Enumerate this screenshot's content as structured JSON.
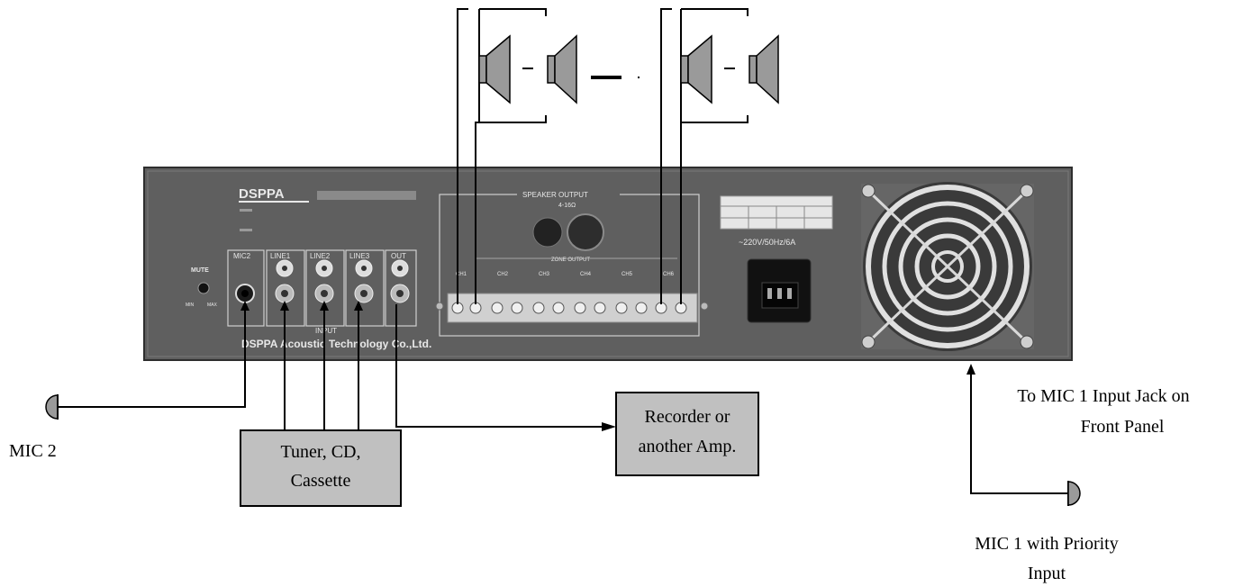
{
  "labels": {
    "mic2": "MIC 2",
    "tuner_line1": "Tuner, CD,",
    "tuner_line2": "Cassette",
    "recorder_line1": "Recorder or",
    "recorder_line2": "another Amp.",
    "to_mic1_line1": "To MIC 1 Input Jack on",
    "to_mic1_line2": "Front Panel",
    "mic1_line1": "MIC 1 with Priority",
    "mic1_line2": "Input"
  },
  "panel": {
    "brand": "DSPPA",
    "company": "DSPPA Acoustic Technology Co.,Ltd.",
    "speaker_output": "SPEAKER OUTPUT",
    "zone_output": "ZONE OUTPUT",
    "input": "INPUT",
    "mute": "MUTE",
    "min": "MIN",
    "max": "MAX",
    "mic2_jack": "MIC2",
    "line1": "LINE1",
    "line2": "LINE2",
    "line3": "LINE3",
    "out": "OUT",
    "ch1": "CH1",
    "ch2": "CH2",
    "ch3": "CH3",
    "ch4": "CH4",
    "ch5": "CH5",
    "ch6": "CH6",
    "power": "~220V/50Hz/6A",
    "impedance": "4-16Ω"
  },
  "colors": {
    "panel": "#5f5f5f",
    "panel_edge": "#3a3a3a",
    "box_fill": "#c0c0c0",
    "speaker_fill": "#9a9a9a",
    "line": "#000000"
  }
}
